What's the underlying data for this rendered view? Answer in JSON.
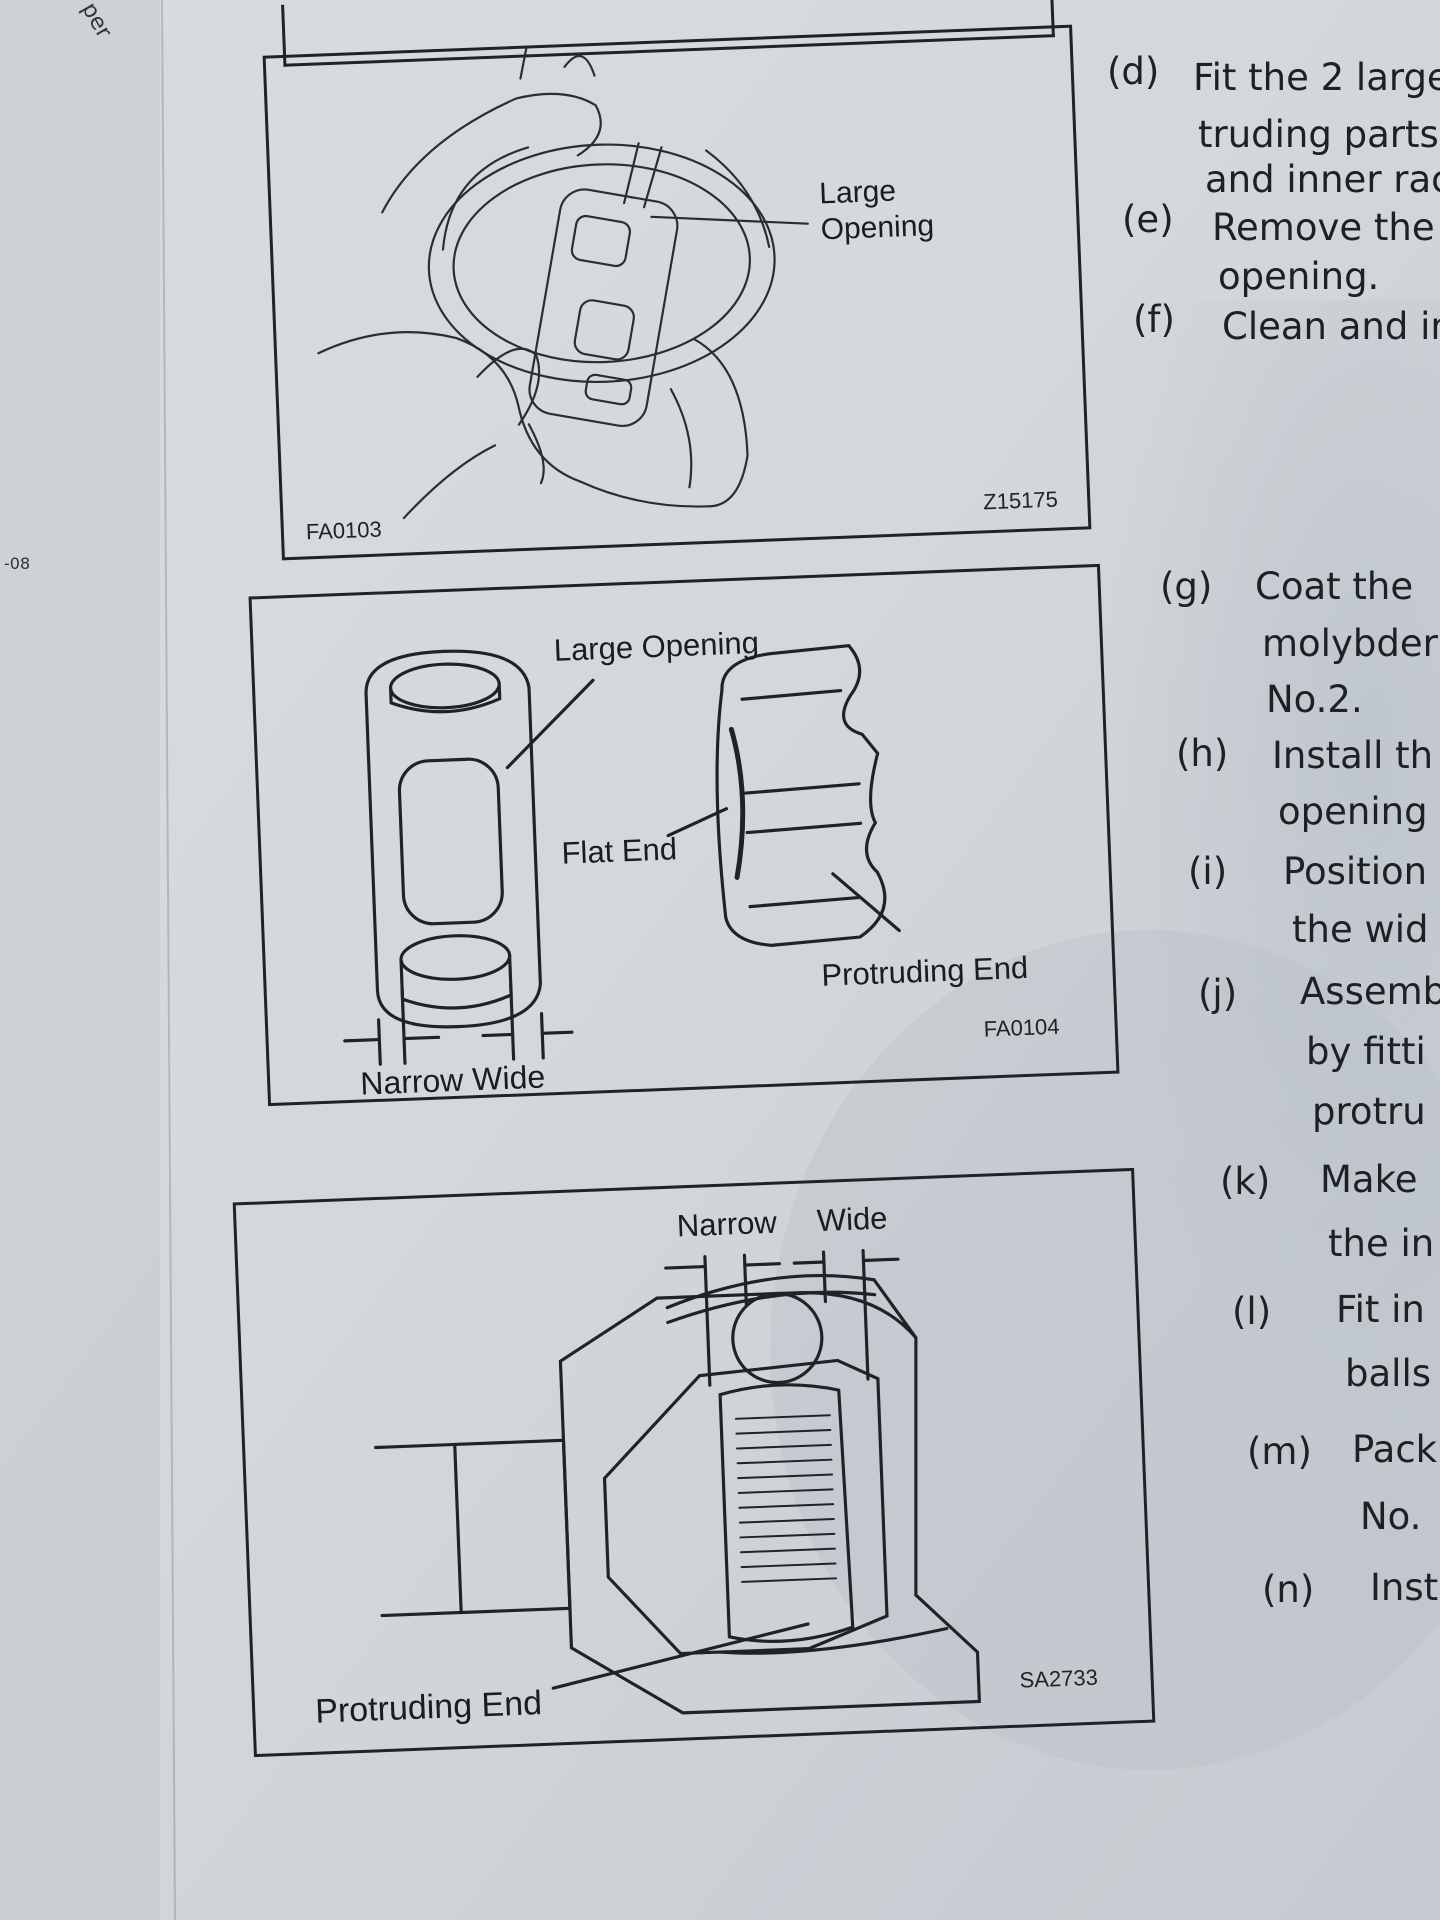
{
  "figures": [
    {
      "id": "fa0103",
      "callout": [
        "Large",
        "Opening"
      ],
      "code_left": "FA0103",
      "code_right": "Z15175"
    },
    {
      "id": "fa0104",
      "label_large_opening": "Large Opening",
      "label_flat_end": "Flat End",
      "label_protruding_end": "Protruding End",
      "label_narrow_wide": "Narrow Wide",
      "code": "FA0104"
    },
    {
      "id": "sa2733",
      "label_narrow": "Narrow",
      "label_wide": "Wide",
      "label_protruding_end": "Protruding End",
      "code": "SA2733"
    }
  ],
  "steps": [
    {
      "marker": "(d)",
      "lines": [
        "Fit the 2 large",
        "truding parts",
        "and inner rac"
      ]
    },
    {
      "marker": "(e)",
      "lines": [
        "Remove the",
        "opening."
      ]
    },
    {
      "marker": "(f)",
      "lines": [
        "Clean and in"
      ]
    },
    {
      "marker": "(g)",
      "lines": [
        "Coat the",
        "molybder",
        "No.2."
      ]
    },
    {
      "marker": "(h)",
      "lines": [
        "Install th",
        "opening"
      ]
    },
    {
      "marker": "(i)",
      "lines": [
        "Position",
        "the wid"
      ]
    },
    {
      "marker": "(j)",
      "lines": [
        "Assemb",
        "by fitti",
        "protru"
      ]
    },
    {
      "marker": "(k)",
      "lines": [
        "Make",
        "the in"
      ]
    },
    {
      "marker": "(l)",
      "lines": [
        "Fit in",
        "balls"
      ]
    },
    {
      "marker": "(m)",
      "lines": [
        "Pack",
        "No."
      ]
    },
    {
      "marker": "(n)",
      "lines": [
        "Inst"
      ]
    }
  ],
  "margin_marks": [
    "per",
    "-08"
  ]
}
